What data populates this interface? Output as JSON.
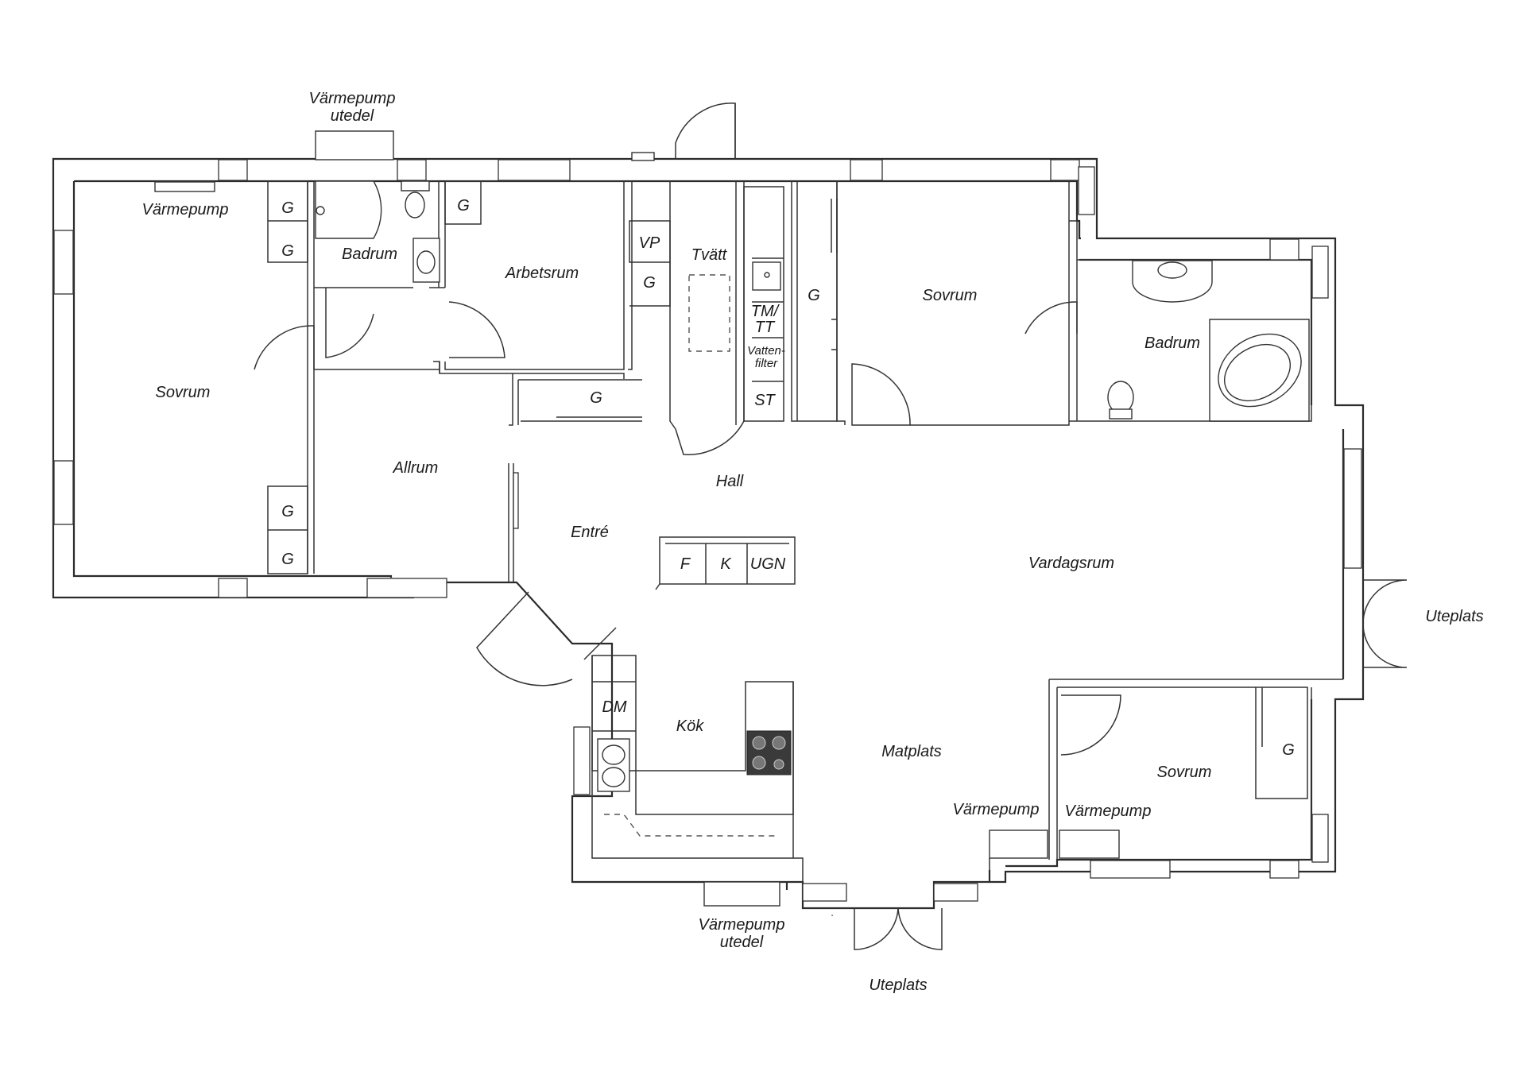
{
  "rooms": {
    "sovrum_west": "Sovrum",
    "badrum_small": "Badrum",
    "arbetsrum": "Arbetsrum",
    "tvatt": "Tvätt",
    "sovrum_north": "Sovrum",
    "badrum_large": "Badrum",
    "allrum": "Allrum",
    "hall": "Hall",
    "entre": "Entré",
    "vardagsrum": "Vardagsrum",
    "kok": "Kök",
    "matplats": "Matplats",
    "sovrum_southeast": "Sovrum"
  },
  "exterior": {
    "heatpump_north_line1": "Värmepump",
    "heatpump_north_line2": "utedel",
    "heatpump_south_line1": "Värmepump",
    "heatpump_south_line2": "utedel",
    "uteplats_east": "Uteplats",
    "uteplats_south": "Uteplats"
  },
  "fixtures": {
    "heatpump_west": "Värmepump",
    "heatpump_matplats": "Värmepump",
    "heatpump_sovrum_se": "Värmepump",
    "wardrobe": "G",
    "vp": "VP",
    "tm_tt_line1": "TM/",
    "tm_tt_line2": "TT",
    "vattenfilter_line1": "Vatten-",
    "vattenfilter_line2": "filter",
    "st": "ST",
    "fridge": "F",
    "freezer": "K",
    "oven": "UGN",
    "dishwasher": "DM"
  }
}
